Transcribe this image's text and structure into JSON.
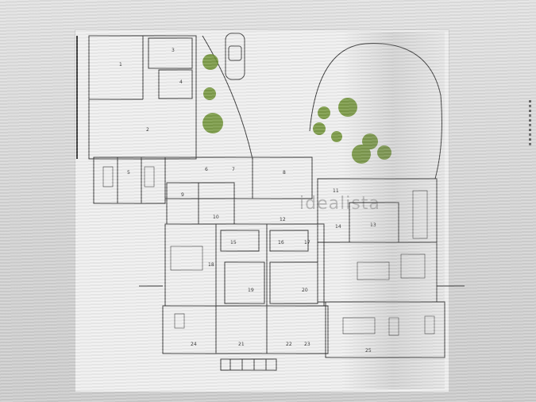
{
  "viewer": {
    "watermark_text": "idealista"
  },
  "plan": {
    "line_color": "#3a3a3a",
    "tree_color": "#6a8f2e",
    "room_labels": [
      "1",
      "2",
      "3",
      "4",
      "5",
      "6",
      "7",
      "8",
      "9",
      "10",
      "11",
      "12",
      "13",
      "14",
      "15",
      "16",
      "17",
      "18",
      "19",
      "20",
      "21",
      "22",
      "23",
      "24",
      "25"
    ]
  }
}
